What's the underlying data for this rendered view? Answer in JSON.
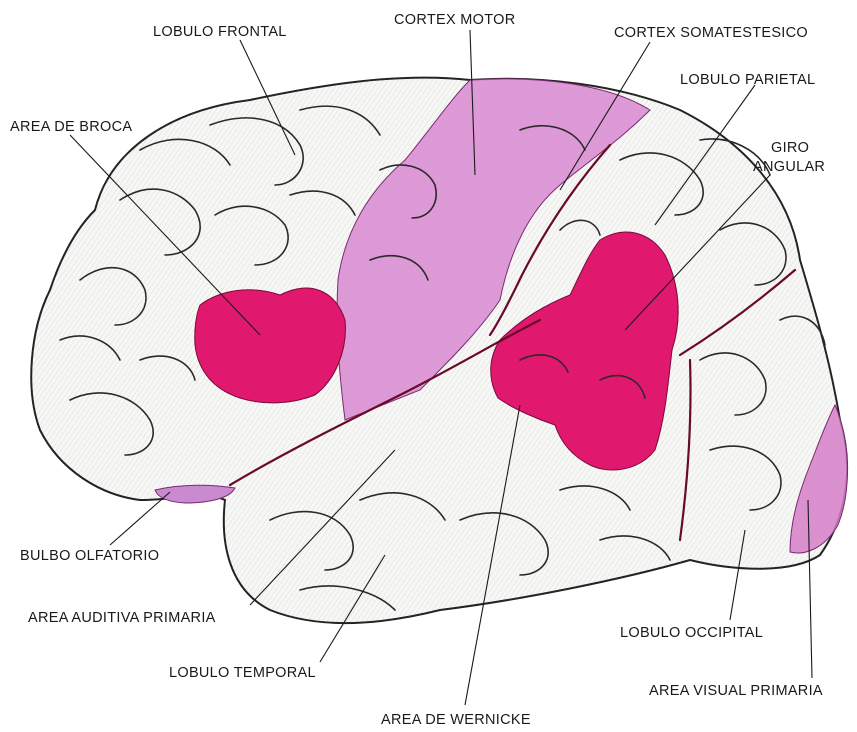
{
  "labels": {
    "lobulo_frontal": "LOBULO FRONTAL",
    "cortex_motor": "CORTEX MOTOR",
    "cortex_somatestesico": "CORTEX SOMATESTESICO",
    "lobulo_parietal": "LOBULO PARIETAL",
    "area_de_broca": "AREA DE BROCA",
    "giro_angular_1": "GIRO",
    "giro_angular_2": "ANGULAR",
    "bulbo_olfatorio": "BULBO OLFATORIO",
    "area_auditiva_primaria": "AREA AUDITIVA PRIMARIA",
    "lobulo_temporal": "LOBULO TEMPORAL",
    "lobulo_occipital": "LOBULO OCCIPITAL",
    "area_visual_primaria": "AREA VISUAL PRIMARIA",
    "area_de_wernicke": "AREA DE WERNICKE"
  },
  "colors": {
    "motor_somatosensory": "#d98fd4",
    "language_areas": "#e0186e",
    "visual_area": "#d67fc8",
    "olfactory": "#c98ad0",
    "sulcus": "#6a0a2a"
  }
}
